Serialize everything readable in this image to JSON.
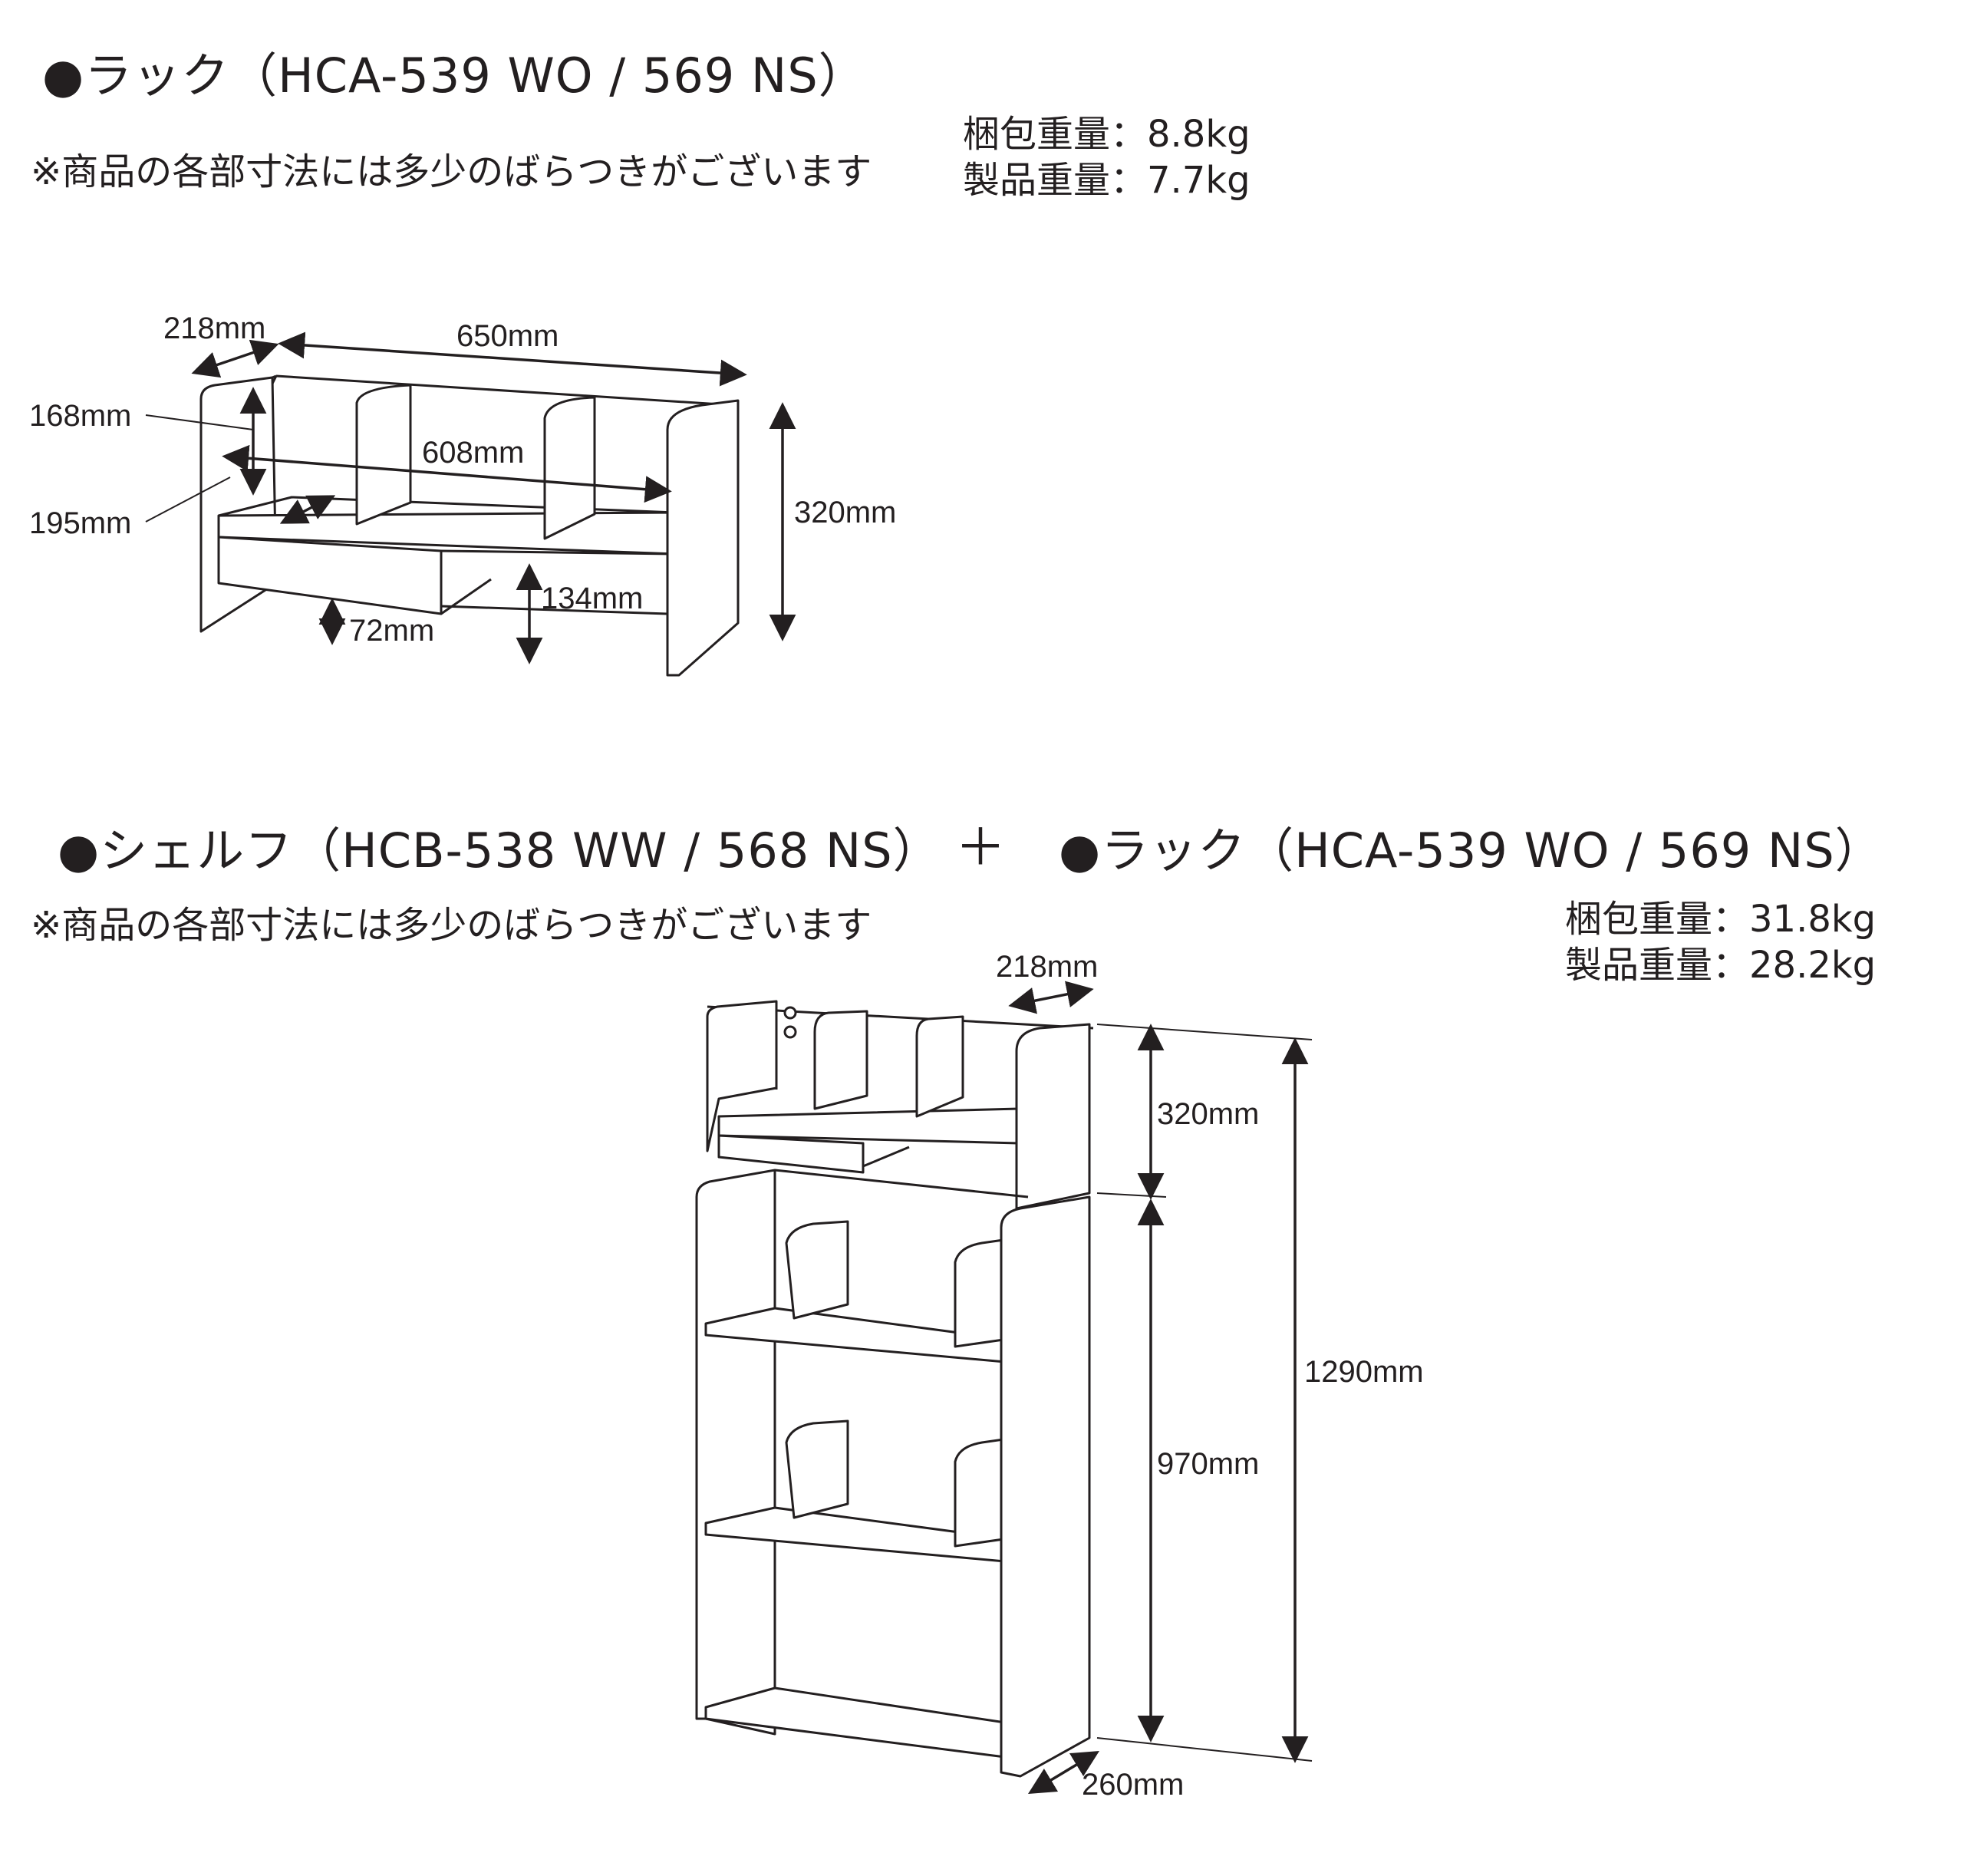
{
  "section1": {
    "title": "●ラック（HCA-539 WO / 569 NS）",
    "note": "※商品の各部寸法には多少のばらつきがございます",
    "packing_weight": "梱包重量：8.8kg",
    "product_weight": "製品重量：7.7kg",
    "dimensions": {
      "depth": "218mm",
      "width": "650mm",
      "upper_height": "168mm",
      "inner_width": "608mm",
      "inner_depth": "195mm",
      "total_height": "320mm",
      "drawer_height": "72mm",
      "leg_height": "134mm"
    }
  },
  "section2": {
    "title_left": "●シェルフ（HCB-538 WW / 568 NS）",
    "plus": "＋",
    "title_right": "●ラック（HCA-539 WO / 569 NS）",
    "note": "※商品の各部寸法には多少のばらつきがございます",
    "packing_weight": "梱包重量：31.8kg",
    "product_weight": "製品重量：28.2kg",
    "dimensions": {
      "rack_depth": "218mm",
      "rack_height": "320mm",
      "shelf_height": "970mm",
      "total_height": "1290mm",
      "shelf_depth": "260mm"
    }
  }
}
